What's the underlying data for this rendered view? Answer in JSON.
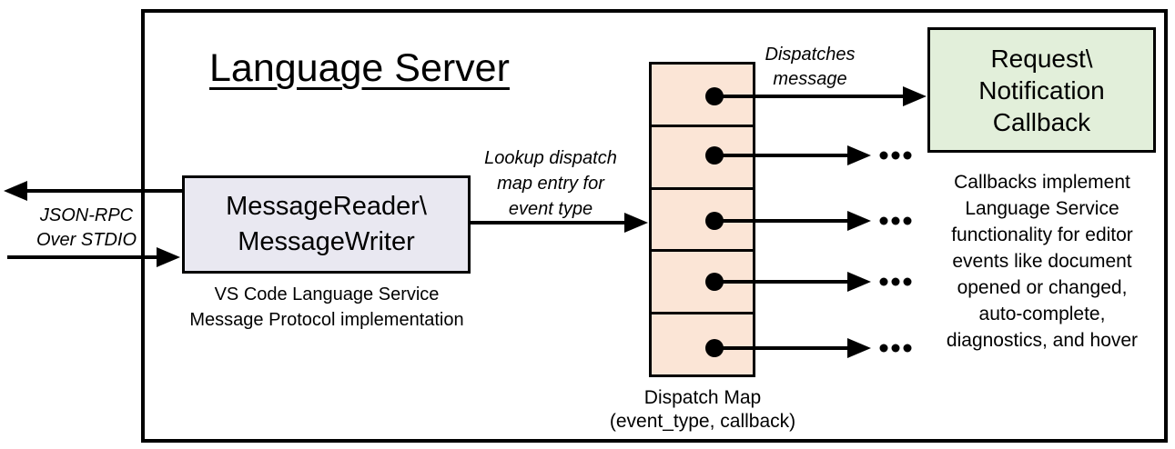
{
  "diagram": {
    "title": "Language Server",
    "stdio_channel": {
      "line1": "JSON-RPC",
      "line2": "Over STDIO"
    },
    "message_node": {
      "line1": "MessageReader\\",
      "line2": "MessageWriter",
      "caption1": "VS Code Language Service",
      "caption2": "Message Protocol implementation",
      "fill": "#e9e8f1"
    },
    "lookup_label": {
      "line1": "Lookup dispatch",
      "line2": "map entry for",
      "line3": "event type"
    },
    "dispatch_map": {
      "cell_count": 5,
      "fill": "#fbe5d6",
      "caption1": "Dispatch Map",
      "caption2": "(event_type, callback)"
    },
    "dispatch_label": {
      "line1": "Dispatches",
      "line2": "message"
    },
    "callback_node": {
      "line1": "Request\\",
      "line2": "Notification",
      "line3": "Callback",
      "fill": "#e2efda"
    },
    "ellipsis": "...",
    "callbacks_note": {
      "lines": [
        "Callbacks implement",
        "Language Service",
        "functionality for editor",
        "events like document",
        "opened or changed,",
        "auto-complete,",
        "diagnostics, and hover"
      ]
    },
    "colors": {
      "line": "#000000",
      "background": "#ffffff"
    }
  }
}
